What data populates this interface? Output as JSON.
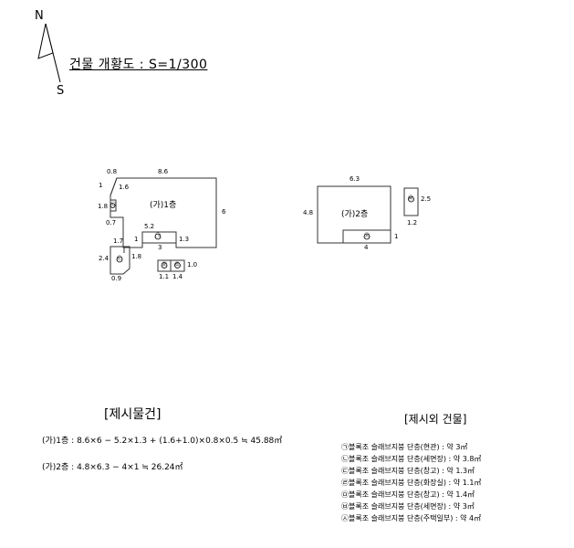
{
  "compass": {
    "north": "N",
    "south": "S"
  },
  "title": "건물 개황도 : S=1/300",
  "floor1": {
    "label": "(가)1층",
    "dims": {
      "top": "8.6",
      "right": "6",
      "left_top": "1",
      "left_small": "1.6",
      "left_mid": "1.8",
      "left_low": "0.7",
      "top_left": "0.8",
      "notch_w": "5.2",
      "notch_left": "1",
      "notch_right": "1.3",
      "notch_bottom": "3"
    },
    "marks": {
      "room_a": "㉠",
      "room_b": "㉡"
    }
  },
  "annex_c": {
    "mark": "㉢",
    "dims": {
      "top": "1.7",
      "left": "2.4",
      "right": "1.8",
      "bottom": "0.9"
    }
  },
  "annex_de": {
    "marks": [
      "㉣",
      "㉤"
    ],
    "dims": {
      "right": "1.0",
      "bottom_left": "1.1",
      "bottom_right": "1.4"
    }
  },
  "floor2": {
    "label": "(가)2층",
    "dims": {
      "top": "6.3",
      "left": "4.8",
      "bottom": "4",
      "right_small": "1"
    },
    "mark": "㉦"
  },
  "annex_f": {
    "mark": "㉥",
    "dims": {
      "right": "2.5",
      "bottom": "1.2"
    }
  },
  "conditions": {
    "header": "[제시물건]",
    "formulas": [
      "(가)1층 : 8.6×6 − 5.2×1.3 + (1.6+1.0)×0.8×0.5 ≒ 45.88㎡",
      "(가)2층 : 4.8×6.3 − 4×1 ≒  26.24㎡"
    ]
  },
  "excluded": {
    "header": "[제시외 건물]",
    "items": [
      "㉠블록조 슬래브지붕 단층(현관) : 약 3㎡",
      "㉡블록조 슬래브지붕 단층(세면장) : 약 3.8㎡",
      "㉢블록조 슬래브지붕 단층(창고) : 약 1.3㎡",
      "㉣블록조 슬래브지붕 단층(화장실) : 약 1.1㎡",
      "㉤블록조 슬래브지붕 단층(창고) : 약 1.4㎡",
      "㉥블록조 슬래브지붕 단층(세면장) : 약 3㎡",
      "㉦블록조 슬래브지붕 단층(주택일부) : 약 4㎡"
    ]
  }
}
